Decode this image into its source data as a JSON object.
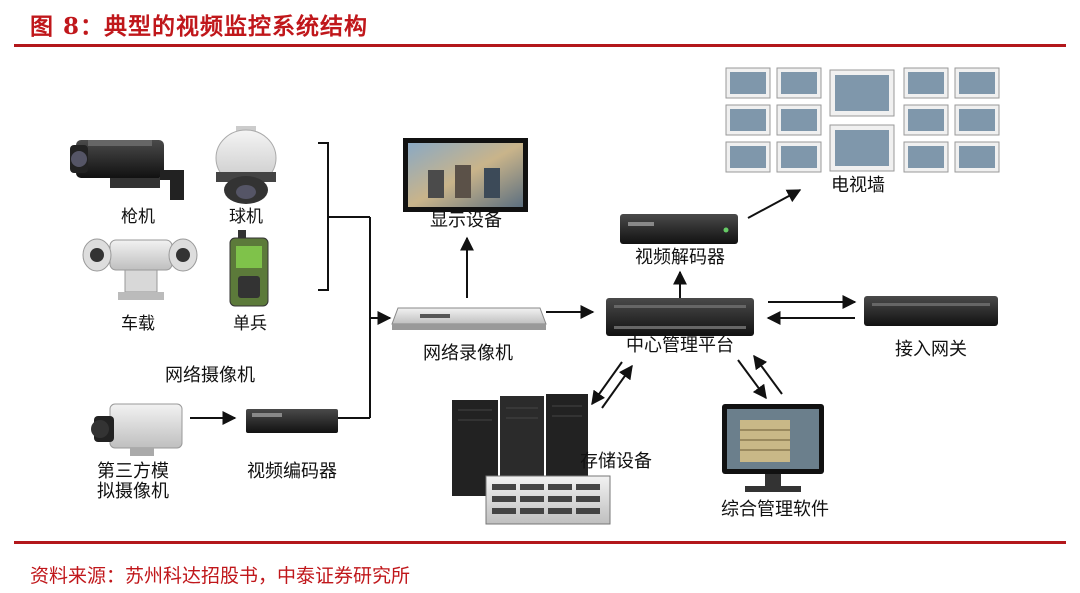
{
  "title": "图 8：典型的视频监控系统结构",
  "source": "资料来源：苏州科达招股书，中泰证券研究所",
  "colors": {
    "accent": "#c0171b",
    "line": "#111111"
  },
  "nodes": {
    "gun_camera": "枪机",
    "dome_camera": "球机",
    "vehicle_camera": "车载",
    "body_camera": "单兵",
    "network_camera": "网络摄像机",
    "analog_camera": "第三方模\n拟摄像机",
    "video_encoder": "视频编码器",
    "display_device": "显示设备",
    "nvr": "网络录像机",
    "video_decoder": "视频解码器",
    "tv_wall": "电视墙",
    "central_platform": "中心管理平台",
    "access_gateway": "接入网关",
    "storage": "存储设备",
    "management_software": "综合管理软件"
  }
}
